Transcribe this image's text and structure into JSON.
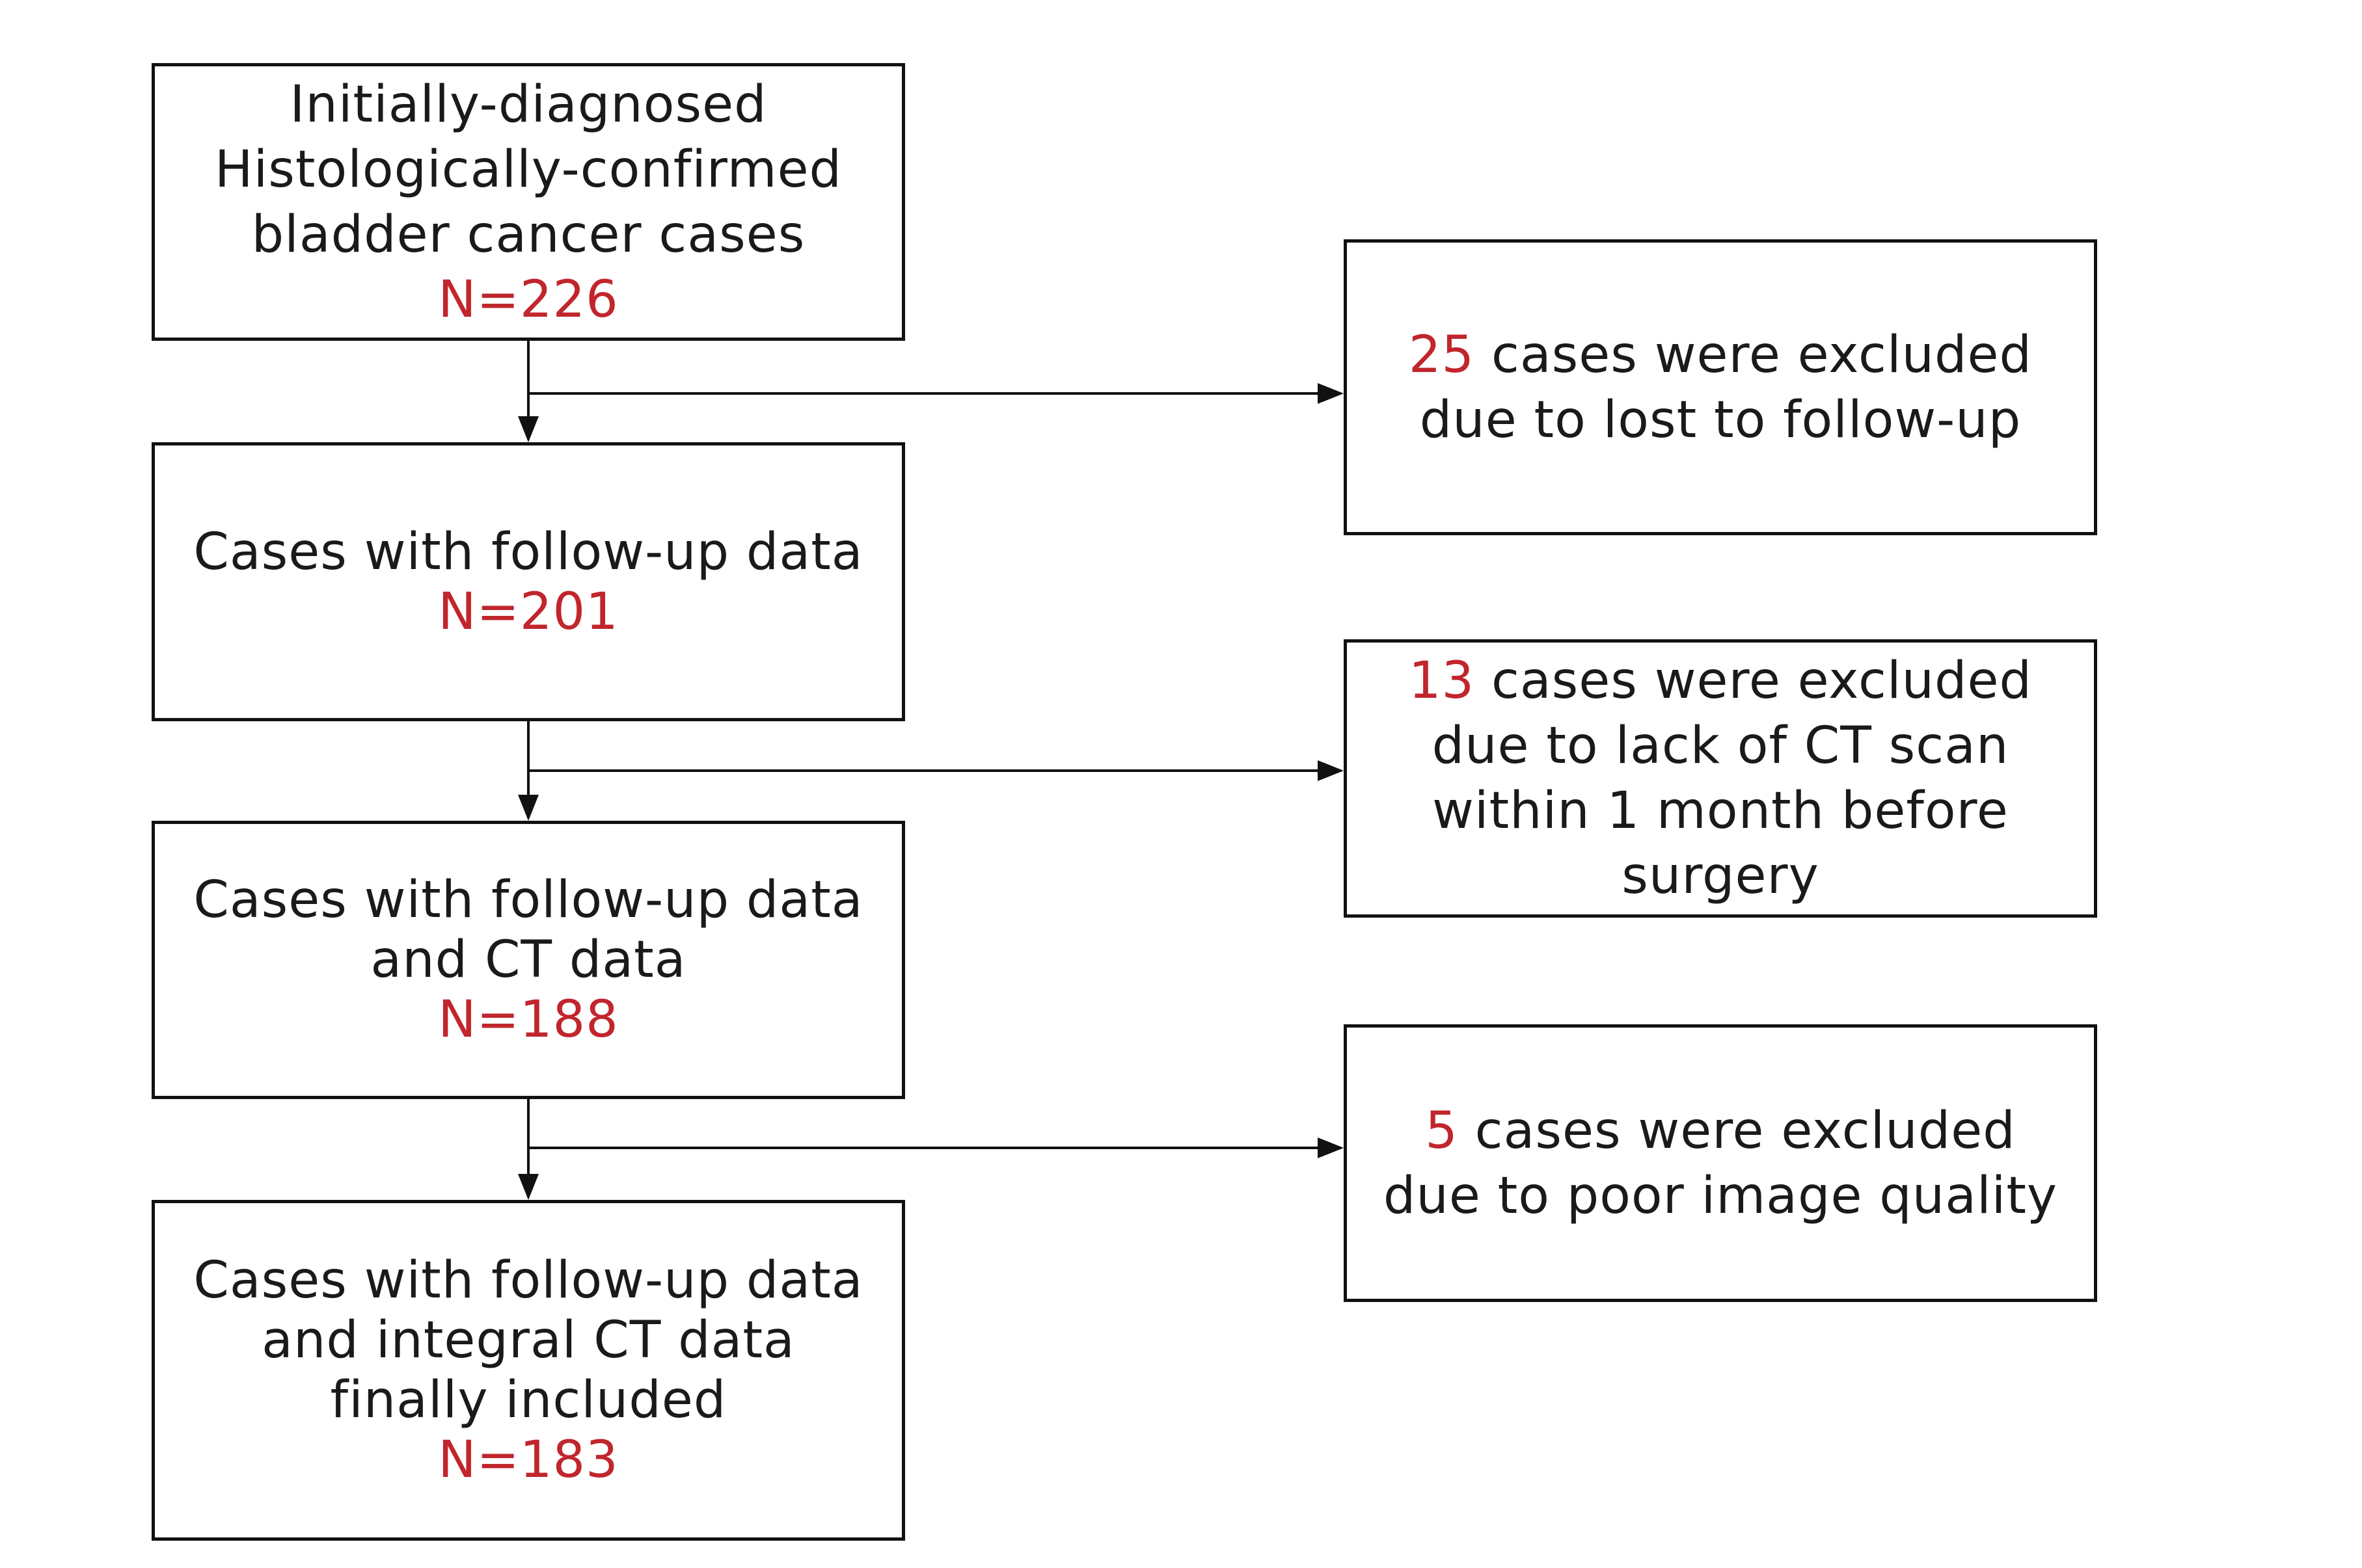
{
  "flow": {
    "step1": {
      "lines": [
        "Initially-diagnosed",
        "Histologically-confirmed",
        "bladder cancer cases"
      ],
      "n": "N=226"
    },
    "step2": {
      "lines": [
        "Cases with follow-up data"
      ],
      "n": "N=201"
    },
    "step3": {
      "lines": [
        "Cases with follow-up data",
        "and CT data"
      ],
      "n": "N=188"
    },
    "step4": {
      "lines": [
        "Cases with follow-up data",
        "and integral CT data",
        "finally included"
      ],
      "n": "N=183"
    }
  },
  "exclusions": {
    "ex1": {
      "count": "25",
      "line1_rest": " cases were excluded",
      "lines": [
        "due to lost to follow-up"
      ]
    },
    "ex2": {
      "count": "13",
      "line1_rest": " cases were excluded",
      "lines": [
        "due to lack of CT scan",
        "within 1 month before",
        "surgery"
      ]
    },
    "ex3": {
      "count": "5",
      "line1_rest": " cases were excluded",
      "lines": [
        "due to poor image quality"
      ]
    }
  },
  "colors": {
    "accent_red": "#c0262c",
    "line": "#111111",
    "text": "#1a1a1a"
  }
}
